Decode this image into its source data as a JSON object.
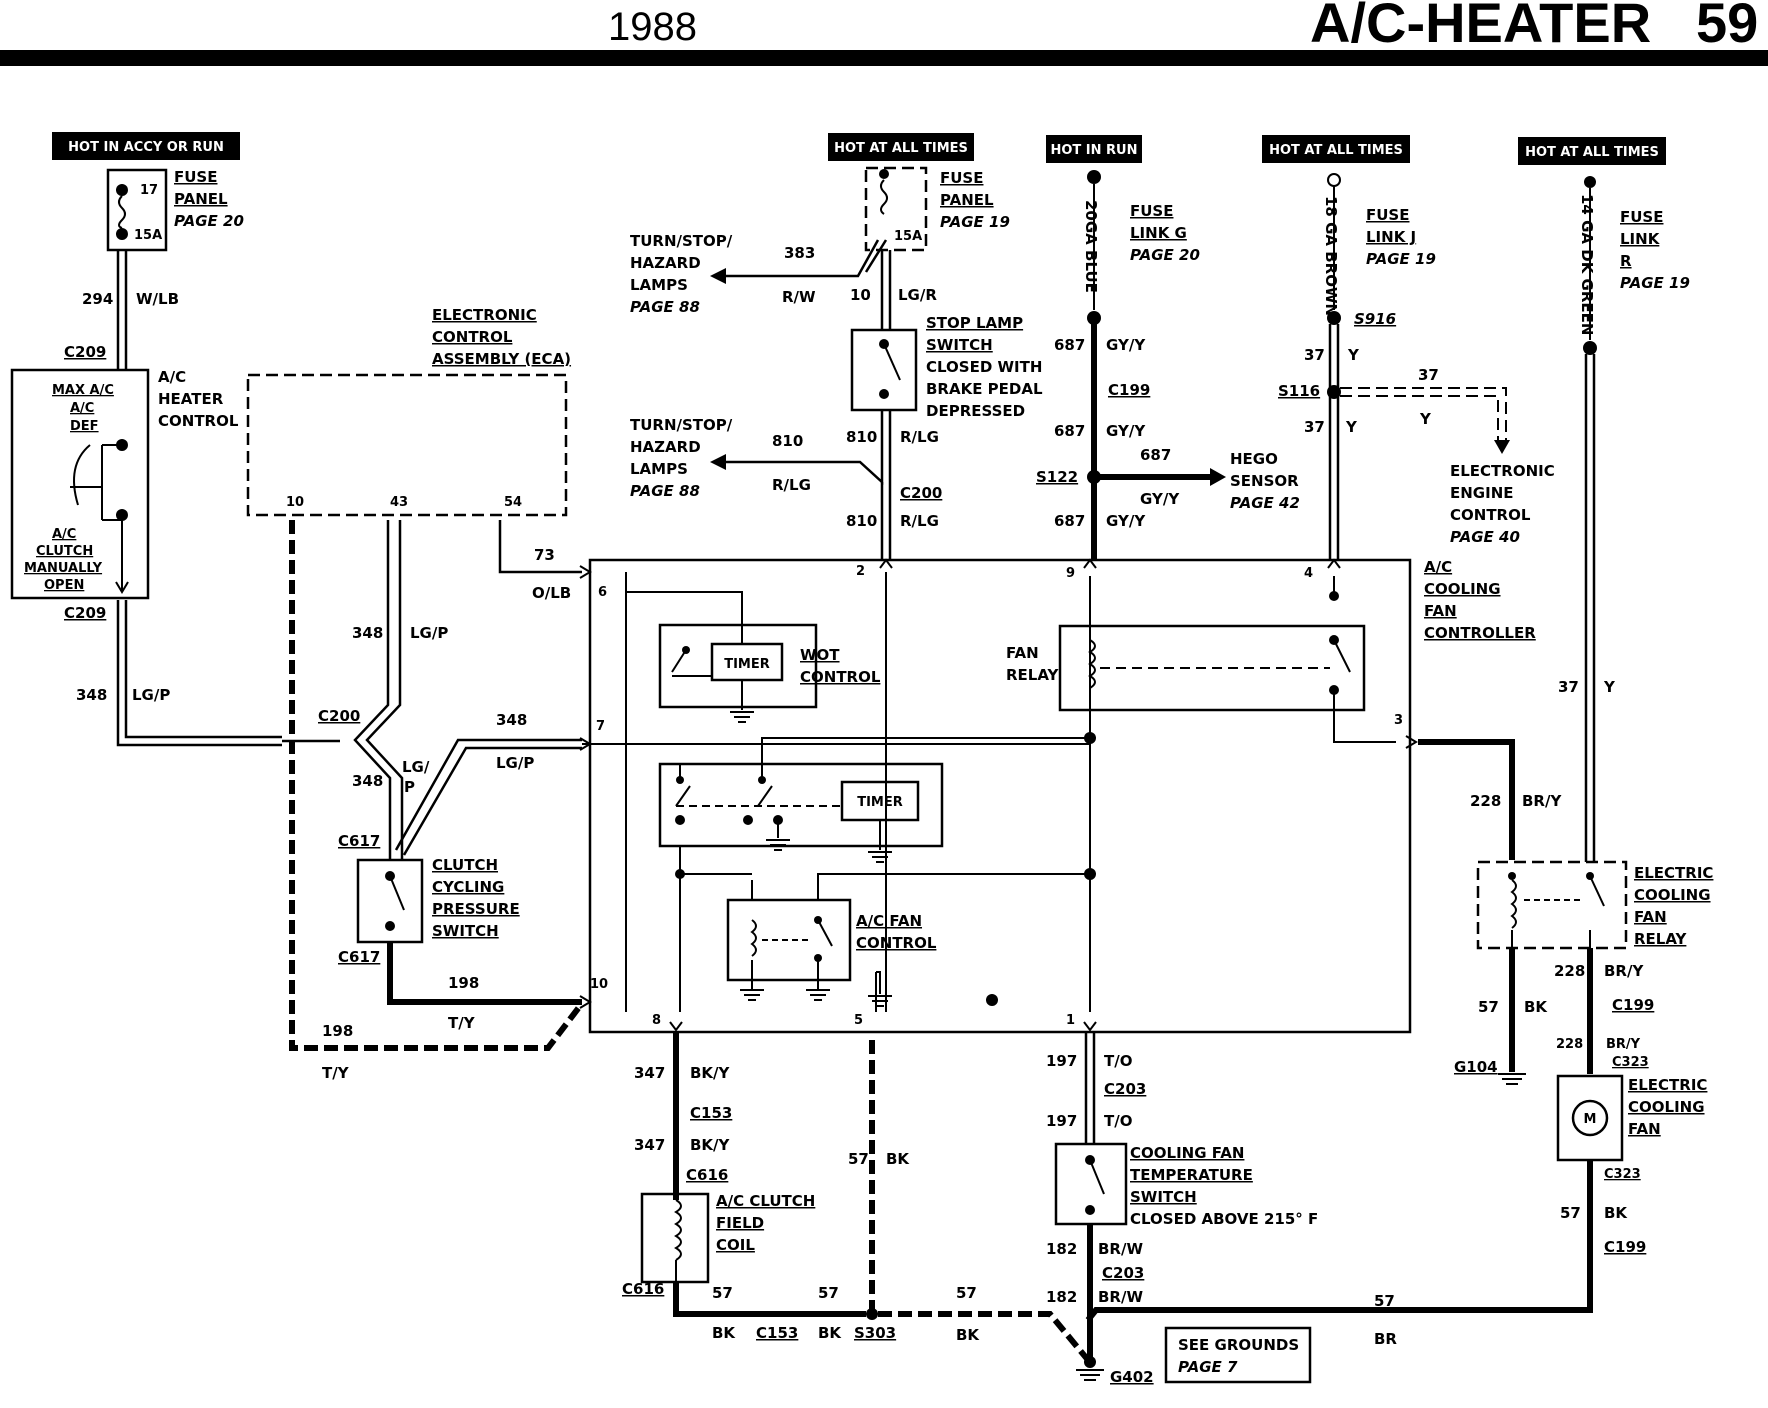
{
  "header": {
    "year": "1988",
    "title": "A/C-HEATER",
    "page": "59"
  },
  "power_tags": {
    "accy_run": "HOT IN ACCY OR RUN",
    "all_times_1": "HOT AT ALL TIMES",
    "run": "HOT IN RUN",
    "all_times_2": "HOT AT ALL TIMES",
    "all_times_3": "HOT AT ALL TIMES"
  },
  "fuse_left": {
    "l1": "FUSE",
    "l2": "PANEL",
    "l3": "PAGE 20",
    "n1": "17",
    "n2": "15A"
  },
  "fuse_mid": {
    "l1": "FUSE",
    "l2": "PANEL",
    "l3": "PAGE 19",
    "n2": "15A"
  },
  "fuse_link_g": {
    "l1": "FUSE",
    "l2": "LINK G",
    "l3": "PAGE 20",
    "wire": "20GA BLUE"
  },
  "fuse_link_j": {
    "l1": "FUSE",
    "l2": "LINK J",
    "l3": "PAGE 19",
    "wire": "18 GA BROWN"
  },
  "fuse_link_r": {
    "l1": "FUSE",
    "l2": "LINK",
    "l3": "R",
    "l4": "PAGE 19",
    "wire": "14 GA DK GREEN"
  },
  "turn1": {
    "l1": "TURN/STOP/",
    "l2": "HAZARD",
    "l3": "LAMPS",
    "l4": "PAGE 88"
  },
  "turn2": {
    "l1": "TURN/STOP/",
    "l2": "HAZARD",
    "l3": "LAMPS",
    "l4": "PAGE 88"
  },
  "eca": {
    "l1": "ELECTRONIC",
    "l2": "CONTROL",
    "l3": "ASSEMBLY (ECA)",
    "p1": "10",
    "p2": "43",
    "p3": "54"
  },
  "heater_control": {
    "l1": "A/C",
    "l2": "HEATER",
    "l3": "CONTROL",
    "s1": "MAX A/C",
    "s2": "A/C",
    "s3": "DEF",
    "s4": "A/C",
    "s5": "CLUTCH",
    "s6": "MANUALLY",
    "s7": "OPEN"
  },
  "stop_lamp": {
    "l1": "STOP LAMP",
    "l2": "SWITCH",
    "l3": "CLOSED WITH",
    "l4": "BRAKE PEDAL",
    "l5": "DEPRESSED"
  },
  "hego": {
    "l1": "HEGO",
    "l2": "SENSOR",
    "l3": "PAGE 42"
  },
  "eec": {
    "l1": "ELECTRONIC",
    "l2": "ENGINE",
    "l3": "CONTROL",
    "l4": "PAGE 40"
  },
  "fan_controller": {
    "l1": "A/C",
    "l2": "COOLING",
    "l3": "FAN",
    "l4": "CONTROLLER",
    "timer1": "TIMER",
    "timer2": "TIMER",
    "wot1": "WOT",
    "wot2": "CONTROL",
    "relay1": "FAN",
    "relay2": "RELAY",
    "acfan1": "A/C FAN",
    "acfan2": "CONTROL",
    "pins": {
      "p2": "2",
      "p9": "9",
      "p4": "4",
      "p6": "6",
      "p7": "7",
      "p3": "3",
      "p10": "10",
      "p8": "8",
      "p5": "5",
      "p1": "1"
    }
  },
  "clutch_switch": {
    "l1": "CLUTCH",
    "l2": "CYCLING",
    "l3": "PRESSURE",
    "l4": "SWITCH"
  },
  "clutch_coil": {
    "l1": "A/C CLUTCH",
    "l2": "FIELD",
    "l3": "COIL"
  },
  "cool_temp": {
    "l1": "COOLING FAN",
    "l2": "TEMPERATURE",
    "l3": "SWITCH",
    "l4": "CLOSED ABOVE 215° F"
  },
  "ecf_relay": {
    "l1": "ELECTRIC",
    "l2": "COOLING",
    "l3": "FAN",
    "l4": "RELAY"
  },
  "ecf_fan": {
    "l1": "ELECTRIC",
    "l2": "COOLING",
    "l3": "FAN",
    "motor": "M"
  },
  "grounds_note": {
    "l1": "SEE GROUNDS",
    "l2": "PAGE 7"
  },
  "connectors": {
    "c209a": "C209",
    "c209b": "C209",
    "c200a": "C200",
    "c200b": "C200",
    "c199a": "C199",
    "s122": "S122",
    "s116": "S116",
    "s916": "S916",
    "c617a": "C617",
    "c617b": "C617",
    "c153a": "C153",
    "c616a": "C616",
    "c616b": "C616",
    "c153b": "C153",
    "s303": "S303",
    "c203a": "C203",
    "c203b": "C203",
    "g402": "G402",
    "g104": "G104",
    "c199b": "C199",
    "c323a": "C323",
    "c323b": "C323",
    "c199c": "C199"
  },
  "wires": {
    "w294": "294",
    "w294c": "W/LB",
    "w383": "383",
    "w383c": "R/W",
    "w10": "10",
    "w10c": "LG/R",
    "w810a": "810",
    "w810b": "810",
    "w810bc": "R/LG",
    "w810ac": "R/LG",
    "w810d": "810",
    "w810dc": "R/LG",
    "w687a": "687",
    "w687ac": "GY/Y",
    "w687b": "687",
    "w687bc": "GY/Y",
    "w687c": "687",
    "w687cc": "GY/Y",
    "w687d": "687",
    "w687dc": "GY/Y",
    "w37a": "37",
    "w37ac": "Y",
    "w37b": "37",
    "w37c": "37",
    "w37cc": "Y",
    "w37y": "Y",
    "w37d": "37",
    "w37dc": "Y",
    "w73": "73",
    "w73c": "O/LB",
    "w348a": "348",
    "w348ac": "LG/P",
    "w348b": "348",
    "w348bc": "LG/P",
    "w348c": "348",
    "w348cc": "LG/P",
    "w348d": "348",
    "w348dc1": "LG/",
    "w348dc2": "P",
    "w198a": "198",
    "w198ac": "T/Y",
    "w198b": "198",
    "w198bc": "T/Y",
    "w347a": "347",
    "w347ac": "BK/Y",
    "w347b": "347",
    "w347bc": "BK/Y",
    "w57a": "57",
    "w57ac": "BK",
    "w57b": "57",
    "w57bc": "BK",
    "w57c": "57",
    "w57cc": "BK",
    "w57d": "57",
    "w57dc": "BK",
    "w57e": "57",
    "w57ec": "BR",
    "w57f": "57",
    "w57fc": "BK",
    "w57g": "57",
    "w57gc": "BK",
    "w197a": "197",
    "w197ac": "T/O",
    "w197b": "197",
    "w197bc": "T/O",
    "w182a": "182",
    "w182ac": "BR/W",
    "w182b": "182",
    "w182bc": "BR/W",
    "w228a": "228",
    "w228ac": "BR/Y",
    "w228b": "228",
    "w228bc": "BR/Y",
    "w228c": "228",
    "w228cc": "BR/Y"
  }
}
